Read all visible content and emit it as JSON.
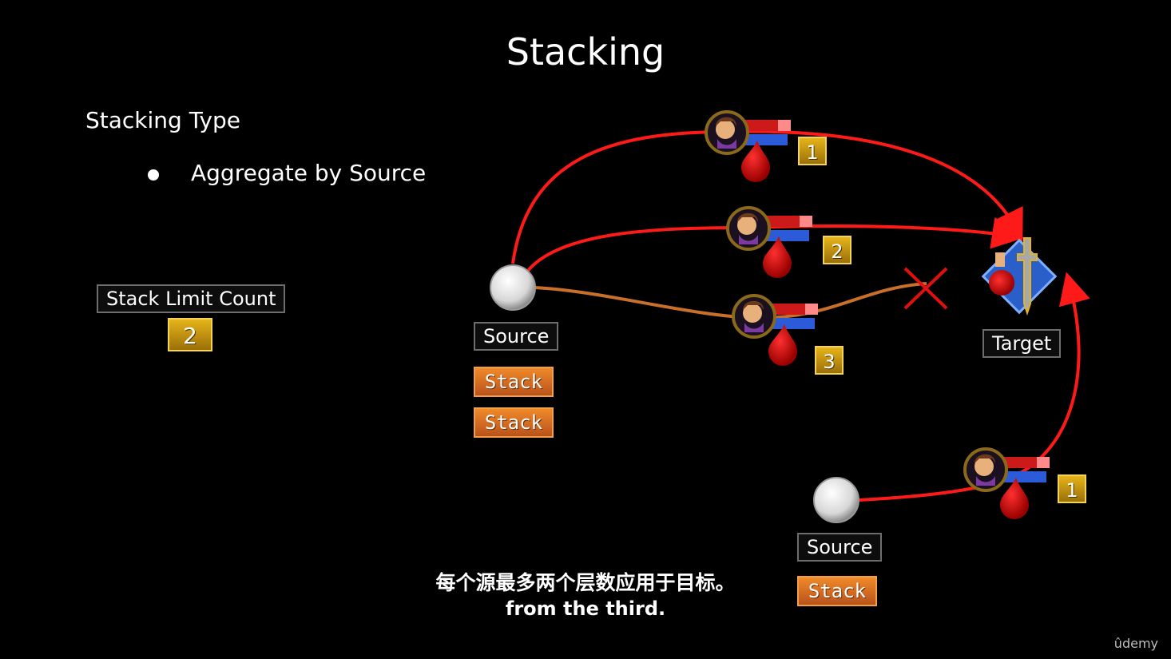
{
  "title": "Stacking",
  "heading": "Stacking Type",
  "bullet": "Aggregate by Source",
  "stack_limit": {
    "label": "Stack Limit Count",
    "value": "2"
  },
  "sources": [
    {
      "label": "Source",
      "stacks": [
        "Stack",
        "Stack"
      ]
    },
    {
      "label": "Source",
      "stacks": [
        "Stack"
      ]
    }
  ],
  "target_label": "Target",
  "effect_counts": [
    "1",
    "2",
    "3",
    "1"
  ],
  "subtitle_cn": "每个源最多两个层数应用于目标。",
  "subtitle_en": "from the third.",
  "logo": "ûdemy",
  "colors": {
    "arrow": "#ff1a1a",
    "rejected": "#c8702a",
    "stack": "#f08a2a",
    "count_badge": "#e6b41a"
  }
}
